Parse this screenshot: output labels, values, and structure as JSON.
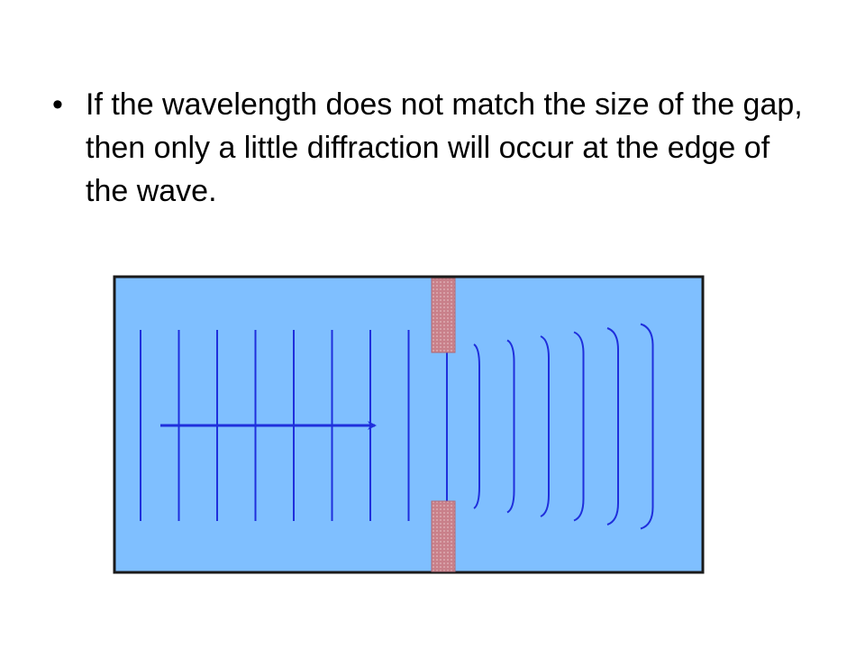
{
  "slide": {
    "bullet_symbol": "•",
    "bullet_text": "If the wavelength does not match the size of the gap, then only a little diffraction will occur at the edge of the wave."
  },
  "diagram": {
    "colors": {
      "water": "#7fbfff",
      "border": "#1a1a1a",
      "wave": "#1f2fdc",
      "barrier": "#c9808a",
      "barrier_edge": "#b06a75"
    },
    "incoming_wavefront_count": 9,
    "diffracted_wavefront_count": 6,
    "arrow": "direction-right"
  }
}
